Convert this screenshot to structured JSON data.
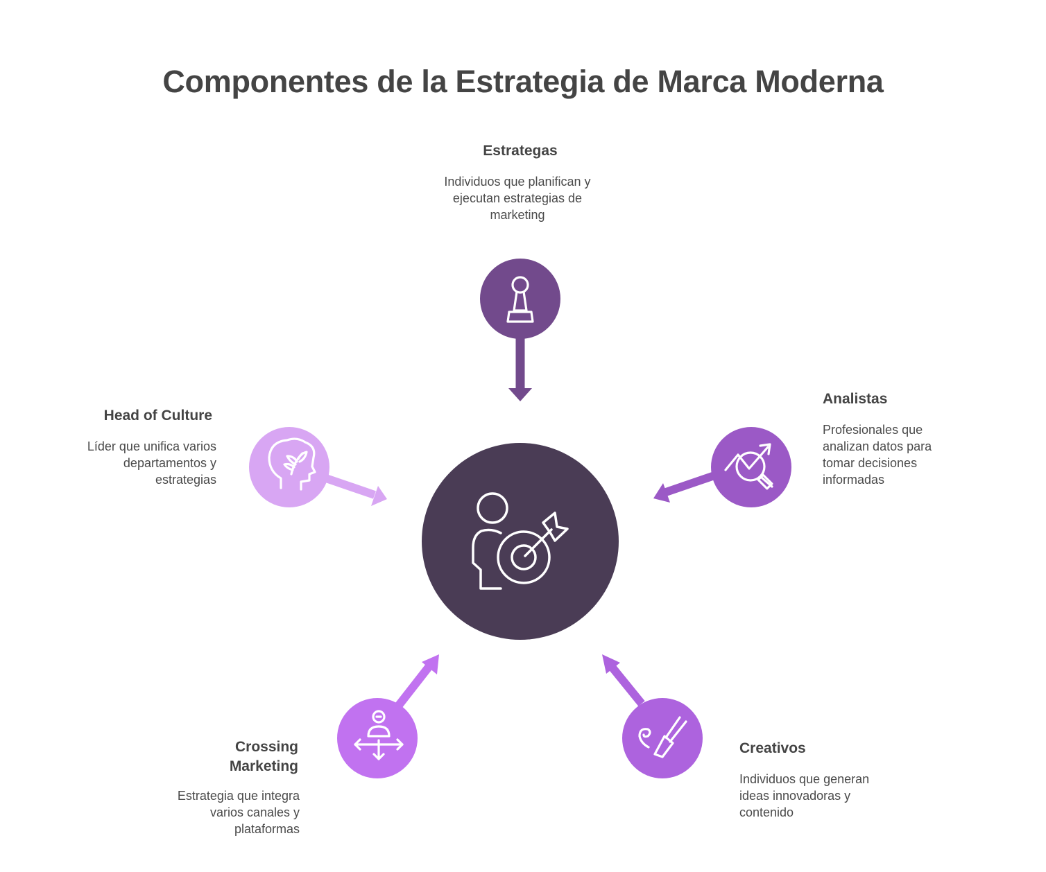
{
  "title": "Componentes de la Estrategia de Marca Moderna",
  "colors": {
    "hub": "#4a3c55",
    "estrategas": "#724a8c",
    "analistas": "#9b59c6",
    "creativos": "#ad63de",
    "crossing": "#c172f0",
    "head_of_culture": "#d8a6f3"
  },
  "hub": {
    "icon": "person-target-icon"
  },
  "nodes": {
    "estrategas": {
      "label": "Estrategas",
      "description": "Individuos que planifican y ejecutan estrategias de marketing",
      "icon": "chess-pawn-icon"
    },
    "analistas": {
      "label": "Analistas",
      "description": "Profesionales que analizan datos para tomar decisiones informadas",
      "icon": "chart-magnifier-icon"
    },
    "creativos": {
      "label": "Creativos",
      "description": "Individuos que generan ideas innovadoras y contenido",
      "icon": "paintbrush-icon"
    },
    "crossing": {
      "label": "Crossing Marketing",
      "description": "Estrategia que integra varios canales y plataformas",
      "icon": "person-arrows-icon"
    },
    "head_of_culture": {
      "label": "Head of Culture",
      "description": "Líder que unifica varios departamentos y estrategias",
      "icon": "head-leaf-icon"
    }
  }
}
